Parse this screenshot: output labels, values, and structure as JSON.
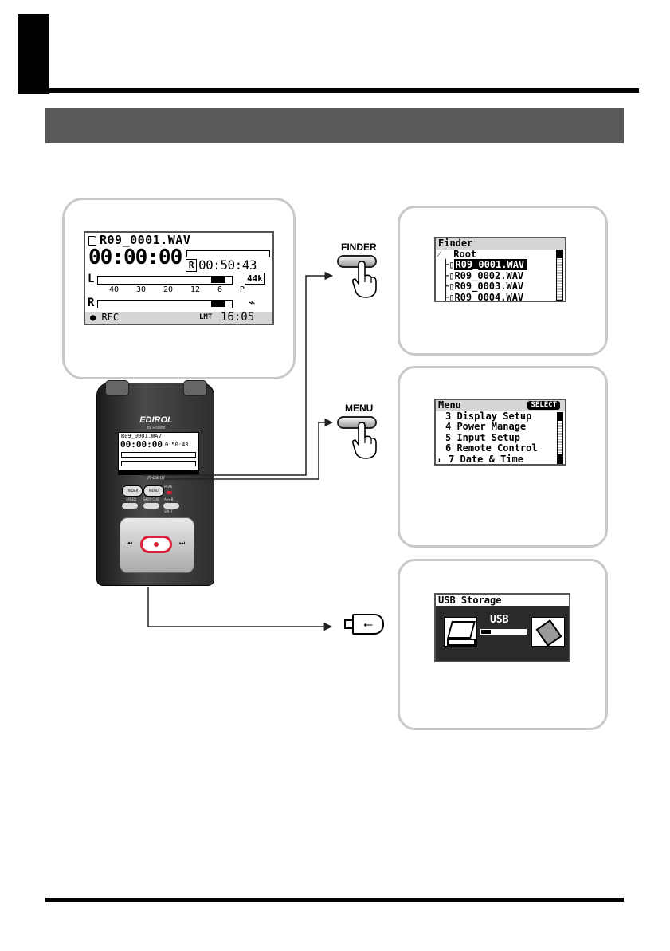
{
  "main_display": {
    "filename": "R09_0001.WAV",
    "counter": "00:00:00",
    "remaining_badge": "R",
    "remaining_time": "00:50:43",
    "channel_left": "L",
    "channel_right": "R",
    "scale": [
      "40",
      "30",
      "20",
      "12",
      "6",
      "P"
    ],
    "sample_rate": "44k",
    "status": "● REC",
    "limiter": "LMT",
    "clock": "16:05"
  },
  "buttons": {
    "finder_label": "FINDER",
    "menu_label": "MENU"
  },
  "finder_screen": {
    "title": "Finder",
    "root": "Root",
    "files": [
      "R09_0001.WAV",
      "R09_0002.WAV",
      "R09_0003.WAV",
      "R09_0004.WAV"
    ]
  },
  "menu_screen": {
    "title": "Menu",
    "select_badge": "SELECT",
    "items": [
      "3 Display Setup",
      "4 Power Manage",
      "5 Input Setup",
      "6 Remote Control",
      "7 Date & Time"
    ]
  },
  "usb_screen": {
    "title": "USB Storage",
    "usb_label": "USB"
  },
  "device": {
    "brand": "EDIROL",
    "sub_brand": "by Roland",
    "model": "R-09HR",
    "btn_finder": "FINDER",
    "btn_menu": "MENU",
    "btn_peak": "PEAK",
    "btn_speed": "SPEED",
    "btn_cue": "SKIP/ CUE",
    "btn_ab": "A ↔ B",
    "btn_split": "SPLIT",
    "lcd_filename": "R09_0001.WAV",
    "lcd_counter": "00:00:00",
    "lcd_remaining": "0:50:43"
  },
  "colors": {
    "header_bar": "#595959",
    "panel_border": "#c9c9c9",
    "record_red": "#d9213a"
  }
}
